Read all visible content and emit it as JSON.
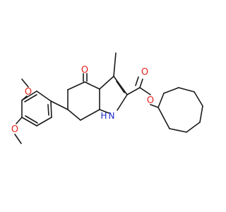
{
  "atoms": {
    "o_keto": "O",
    "o_ester_carbonyl": "O",
    "o_ester_link": "O",
    "o_methoxy_top": "O",
    "o_methoxy_bottom": "O",
    "nitrogen": "N",
    "nitrogen_h": "H"
  },
  "colors": {
    "oxygen": "#e8231f",
    "nitrogen": "#1c28c8",
    "bond": "#1a1a1a"
  }
}
